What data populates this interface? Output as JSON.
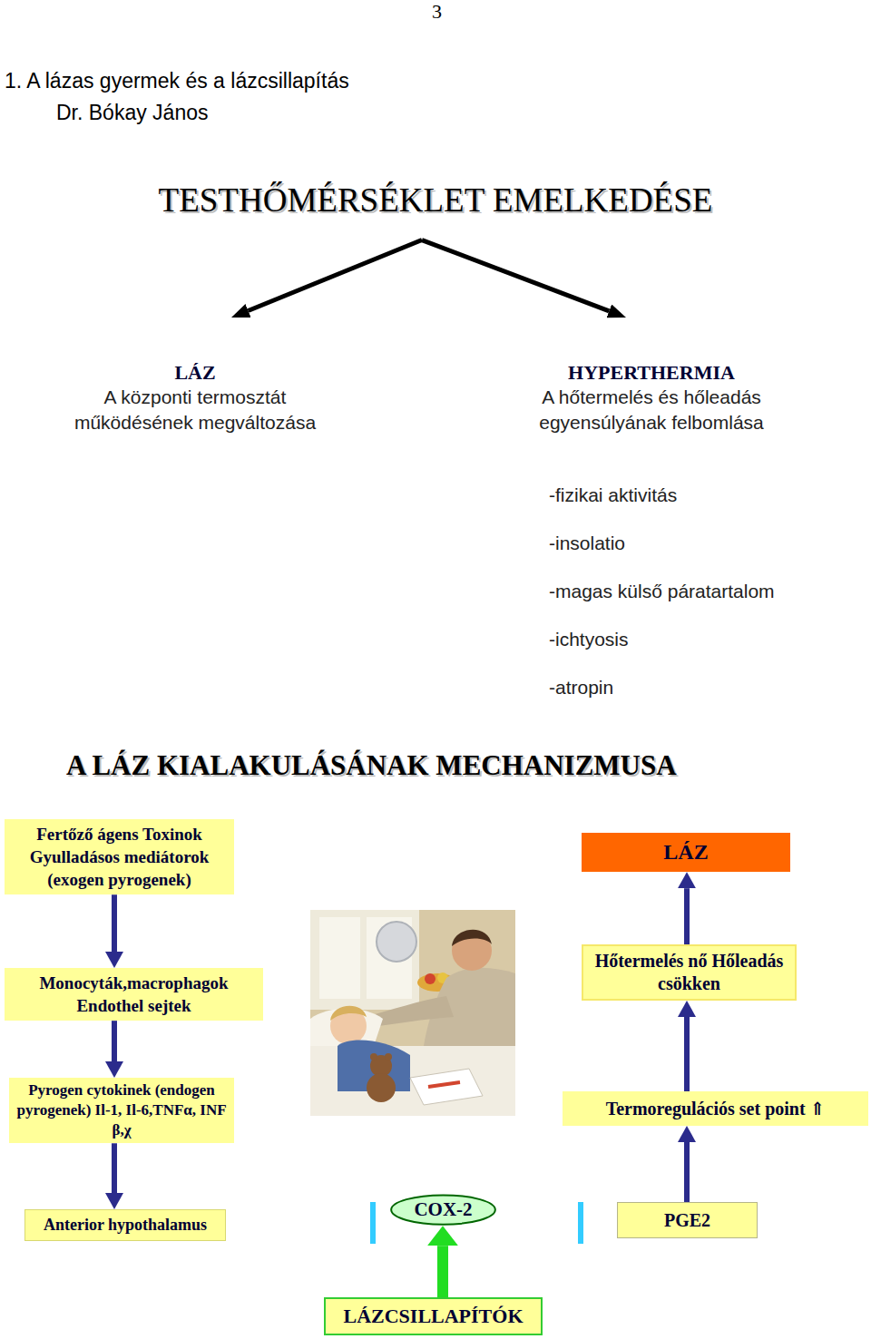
{
  "diagram": {
    "title": "1. A lázas gyermek és a lázcsillapítás",
    "nodes": [
      {
        "text": [
          "TESTHŐMÉRSÉKLET EMELKEDÉSE"
        ]
      },
      {
        "text": [
          "LÁZ",
          "A központi termosztát működésének megváltozása"
        ]
      },
      {
        "text": [
          "HYPERTHERMIA",
          "A hőtermelés és hőleadás egyensúlyának felbomlása"
        ]
      },
      {
        "text": [
          "Fertőző ágens Toxinok Gyulladásos mediátorok (exogen pyrogenek)"
        ]
      },
      {
        "text": [
          "Monocyták,macrophagok Endothel sejtek"
        ]
      },
      {
        "text": [
          "Pyrogen cytokinek (endogen pyrogenek) Il-1, Il-6,TNFα, INF β,χ"
        ]
      },
      {
        "text": [
          "Anterior hypothalamus"
        ]
      },
      {
        "text": [
          "COX-2"
        ]
      },
      {
        "text": [
          "PGE2"
        ]
      },
      {
        "text": [
          "Termoregulációs set point ⇑"
        ]
      },
      {
        "text": [
          "Hőtermelés nő Hőleadás csökken"
        ]
      },
      {
        "text": [
          "LÁZ"
        ]
      },
      {
        "text": [
          "LÁZCSILLAPÍTÓK"
        ]
      }
    ],
    "edges": [
      {
        "from": 0,
        "to": 1,
        "arrow": "to"
      },
      {
        "from": 0,
        "to": 2,
        "arrow": "to"
      },
      {
        "from": 3,
        "to": 4,
        "arrow": "to"
      },
      {
        "from": 4,
        "to": 5,
        "arrow": "to"
      },
      {
        "from": 5,
        "to": 6,
        "arrow": "to"
      },
      {
        "from": 8,
        "to": 9,
        "arrow": "to"
      },
      {
        "from": 9,
        "to": 10,
        "arrow": "to"
      },
      {
        "from": 10,
        "to": 11,
        "arrow": "to"
      },
      {
        "from": 12,
        "to": 7,
        "arrow": "to"
      }
    ],
    "labels": [
      "3",
      "Dr. Bókay János",
      "-fizikai aktivitás",
      "-insolatio",
      "-magas külső páratartalom",
      "-ichtyosis",
      "-atropin",
      "A LÁZ KIALAKULÁSÁNAK MECHANIZMUSA"
    ]
  }
}
